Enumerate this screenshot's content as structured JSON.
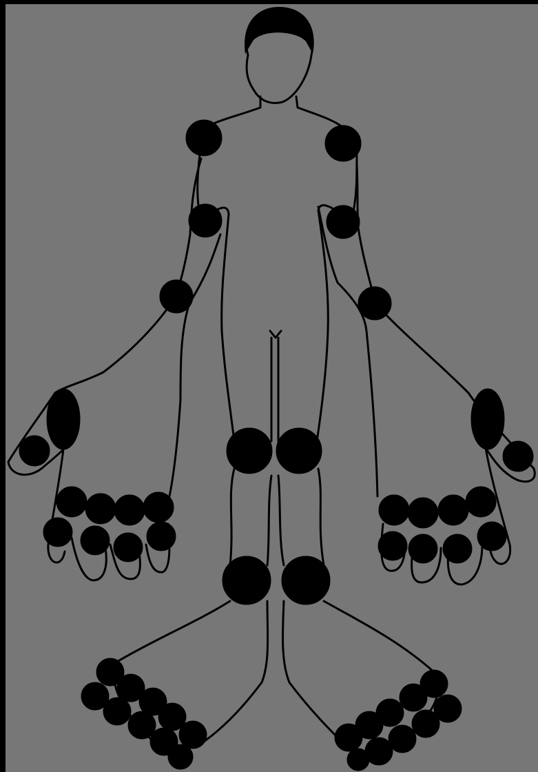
{
  "figure": {
    "background_color": "#777777",
    "outline_color": "#000000",
    "joint_color": "#000000",
    "affected_joints": [
      "left-shoulder",
      "right-shoulder",
      "left-elbow",
      "right-elbow",
      "left-wrist",
      "right-wrist",
      "left-knee",
      "right-knee",
      "left-ankle",
      "right-ankle",
      "left-hand-mcp-joints",
      "right-hand-mcp-joints",
      "left-hand-pip-joints",
      "right-hand-pip-joints",
      "left-thumb-joints",
      "right-thumb-joints",
      "left-foot-mtp-joints",
      "right-foot-mtp-joints"
    ]
  }
}
